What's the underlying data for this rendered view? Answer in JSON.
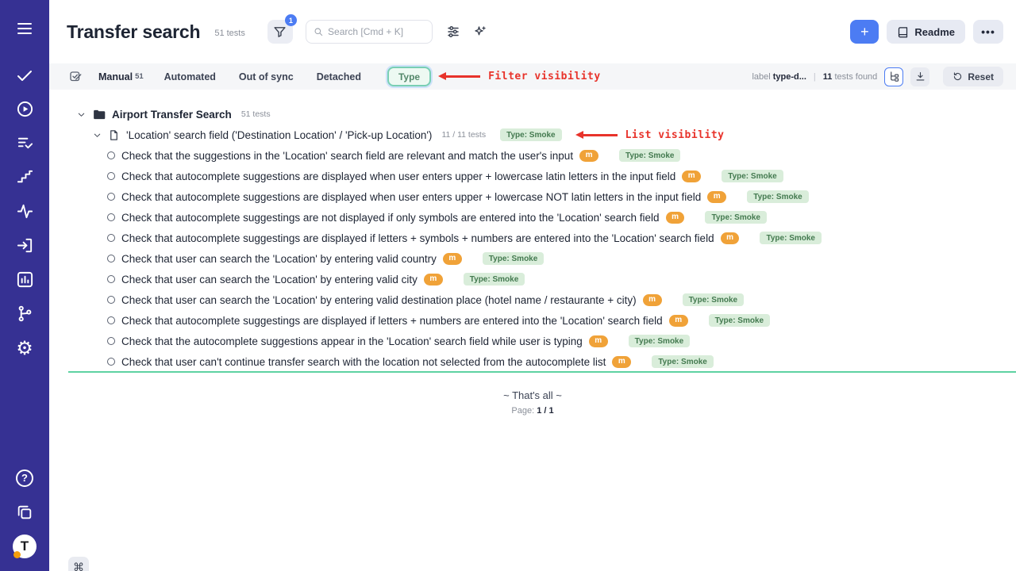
{
  "header": {
    "title": "Transfer search",
    "subtitle": "51 tests",
    "filter_badge": "1",
    "search_placeholder": "Search [Cmd + K]",
    "readme_label": "Readme"
  },
  "icons": {
    "plus": "+",
    "more_dots": "•••",
    "gear": "⚙",
    "question": "?",
    "command": "⌘",
    "t_logo": "T"
  },
  "filterbar": {
    "tabs": [
      {
        "label": "Manual",
        "count": "51"
      },
      {
        "label": "Automated",
        "count": ""
      },
      {
        "label": "Out of sync",
        "count": ""
      },
      {
        "label": "Detached",
        "count": ""
      }
    ],
    "type_button_label": "Type",
    "filter_annotation": "Filter visibility",
    "label_prefix": "label",
    "label_value": "type-d...",
    "divider": "|",
    "found_count": "11",
    "found_label": "tests found",
    "reset_label": "Reset"
  },
  "tree": {
    "folder_name": "Airport Transfer Search",
    "folder_count": "51 tests",
    "suite_name": "'Location' search field ('Destination Location' / 'Pick-up Location')",
    "suite_count": "11 / 11 tests",
    "suite_badge": "Type: Smoke",
    "list_annotation": "List visibility",
    "tests": [
      {
        "title": "Check that the suggestions in the 'Location' search field are relevant and match the user's input",
        "m": "m",
        "type": "Type: Smoke"
      },
      {
        "title": "Check that autocomplete suggestions are displayed when user enters upper + lowercase latin letters in the input field",
        "m": "m",
        "type": "Type: Smoke"
      },
      {
        "title": "Check that autocomplete suggestions are displayed when user enters upper + lowercase NOT latin letters in the input field",
        "m": "m",
        "type": "Type: Smoke"
      },
      {
        "title": "Check that autocomplete suggestings are not displayed if only symbols are entered into the 'Location' search field",
        "m": "m",
        "type": "Type: Smoke"
      },
      {
        "title": "Check that autocomplete suggestings are displayed if letters + symbols + numbers are entered into the 'Location' search field",
        "m": "m",
        "type": "Type: Smoke"
      },
      {
        "title": "Check that user can search the 'Location' by entering valid country",
        "m": "m",
        "type": "Type: Smoke"
      },
      {
        "title": "Check that user can search the 'Location' by entering valid city",
        "m": "m",
        "type": "Type: Smoke"
      },
      {
        "title": "Check that user can search the 'Location' by entering valid destination place (hotel name / restaurante + city)",
        "m": "m",
        "type": "Type: Smoke"
      },
      {
        "title": "Check that autocomplete suggestings are displayed if letters + numbers are entered into the 'Location' search field",
        "m": "m",
        "type": "Type: Smoke"
      },
      {
        "title": "Check that the autocomplete suggestions appear in the 'Location' search field while user is typing",
        "m": "m",
        "type": "Type: Smoke"
      },
      {
        "title": "Check that user can't continue transfer search with the location not selected from the autocomplete list",
        "m": "m",
        "type": "Type: Smoke"
      }
    ]
  },
  "footer": {
    "end_text": "~ That's all ~",
    "page_prefix": "Page:",
    "page_value": "1 / 1"
  },
  "colors": {
    "sidebar": "#363193",
    "accent_blue": "#4c7cf3",
    "annotation_red": "#e8332b",
    "badge_amber": "#f0a238",
    "badge_green_bg": "#d9edda",
    "badge_green_text": "#447a50",
    "type_border_teal": "#79cfb4"
  }
}
